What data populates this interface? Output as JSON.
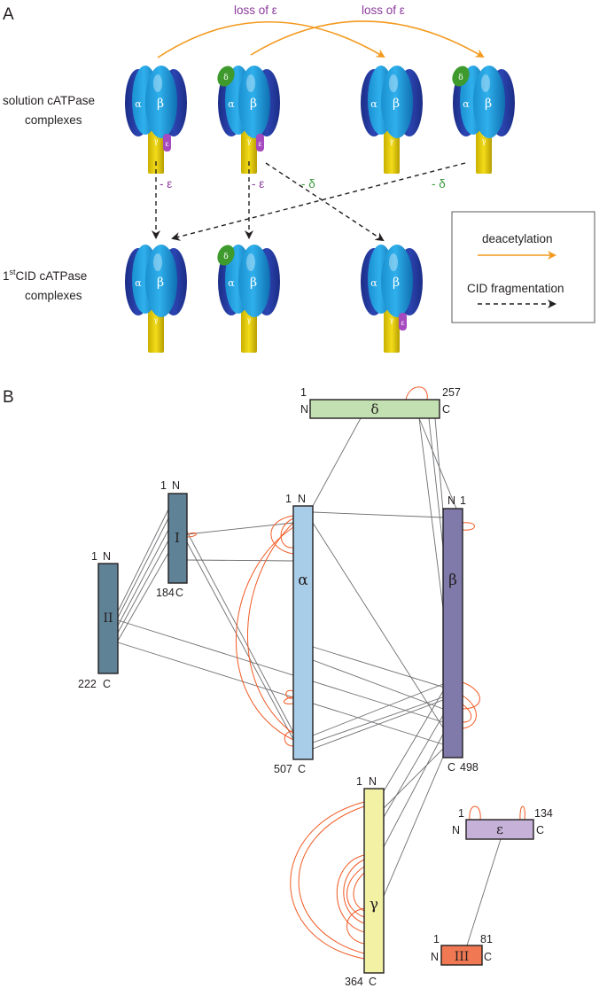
{
  "panel_a": {
    "label": "A",
    "arrow_labels": [
      "loss of ε",
      "loss of ε"
    ],
    "row1_label": [
      "solution cATPase",
      "complexes"
    ],
    "row2_label_sup": "st",
    "row2_label": [
      "1",
      "CID cATPase",
      "complexes"
    ],
    "frag_labels": [
      "- ε",
      "- ε",
      "- δ",
      "- δ"
    ],
    "subunit_letters": {
      "alpha": "α",
      "beta": "β",
      "gamma": "γ",
      "delta": "δ",
      "epsilon": "ε"
    },
    "legend": {
      "deacetylation": "deacetylation",
      "cid": "CID fragmentation"
    },
    "colors": {
      "orange": "#f39a1e",
      "purple": "#8b3a9c",
      "green": "#3a9a3a"
    }
  },
  "panel_b": {
    "label": "B",
    "subunits": {
      "delta": {
        "symbol": "δ",
        "start": "1",
        "end": "257",
        "n": "N",
        "c": "C",
        "color": "#c3e0b2"
      },
      "I": {
        "symbol": "I",
        "start": "1",
        "end": "184",
        "n": "N",
        "c": "C",
        "color": "#5f8296"
      },
      "II": {
        "symbol": "II",
        "start": "1",
        "end": "222",
        "n": "N",
        "c": "C",
        "color": "#5f8296"
      },
      "alpha": {
        "symbol": "α",
        "start": "1",
        "end": "507",
        "n": "N",
        "c": "C",
        "color": "#a8cde9"
      },
      "beta": {
        "symbol": "β",
        "start": "1",
        "end": "498",
        "n": "N",
        "c": "C",
        "color": "#7f7aaa"
      },
      "gamma": {
        "symbol": "γ",
        "start": "1",
        "end": "364",
        "n": "N",
        "c": "C",
        "color": "#f2f1a4"
      },
      "epsilon": {
        "symbol": "ε",
        "start": "1",
        "end": "134",
        "n": "N",
        "c": "C",
        "color": "#c6b1d8"
      },
      "III": {
        "symbol": "III",
        "start": "1",
        "end": "81",
        "n": "N",
        "c": "C",
        "color": "#f07852"
      }
    },
    "colors": {
      "inter": "#6d6e71",
      "intra": "#f15a24"
    }
  }
}
